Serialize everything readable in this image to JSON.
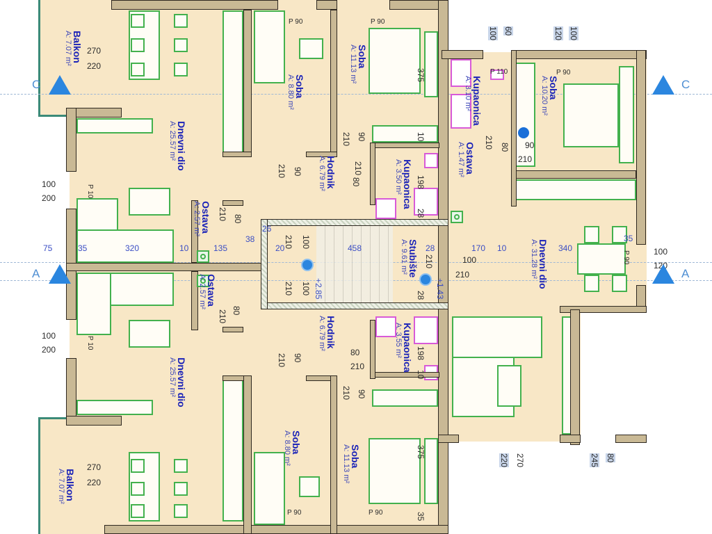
{
  "plan": {
    "rooms": [
      {
        "name": "Balkon",
        "area": "A: 7.07 m²"
      },
      {
        "name": "Dnevni dio",
        "area": "A:  25.57 m²"
      },
      {
        "name": "Soba",
        "area": "A: 8.80 m²"
      },
      {
        "name": "Soba",
        "area": "A: 11.13 m²"
      },
      {
        "name": "Kupaonica",
        "area": "A: 3.10 m²"
      },
      {
        "name": "Soba",
        "area": "A: 10.20 m²"
      },
      {
        "name": "Ostava",
        "area": "A: 1.47 m²"
      },
      {
        "name": "Hodnik",
        "area": "A: 6.79 m²"
      },
      {
        "name": "Kupaonica",
        "area": "A: 3.50 m²"
      },
      {
        "name": "Ostava",
        "area": "A: 2.57 m²"
      },
      {
        "name": "Stubište",
        "area": "A: 9.61 m²"
      },
      {
        "name": "Dnevni dio",
        "area": "A:  31.28 m²"
      },
      {
        "name": "Ostava",
        "area": "A: 2.57 m²"
      },
      {
        "name": "Hodnik",
        "area": "A: 6.79 m²"
      },
      {
        "name": "Kupaonica",
        "area": "A: 3.55 m²"
      },
      {
        "name": "Dnevni dio",
        "area": "A:  25.57 m²"
      },
      {
        "name": "Soba",
        "area": "A: 8.80 m²"
      },
      {
        "name": "Soba",
        "area": "A: 11.13 m²"
      },
      {
        "name": "Balkon",
        "area": "A: 7.07 m²"
      }
    ],
    "dimensions": [
      "270",
      "220",
      "100",
      "200",
      "75",
      "35",
      "320",
      "10",
      "135",
      "38",
      "20",
      "458",
      "28",
      "170",
      "10",
      "340",
      "35",
      "100",
      "120",
      "100",
      "200",
      "270",
      "220",
      "100",
      "210",
      "210",
      "90",
      "210",
      "90",
      "210",
      "80",
      "10",
      "198",
      "28",
      "375",
      "P 90",
      "P 90",
      "P 110",
      "P 90",
      "100",
      "60",
      "120",
      "100",
      "210",
      "80",
      "90",
      "210",
      "210",
      "80",
      "100",
      "210",
      "+2.85",
      "210",
      "100",
      "+1.43",
      "210",
      "28",
      "80",
      "210",
      "210",
      "90",
      "80",
      "210",
      "210",
      "90",
      "198",
      "10",
      "375",
      "P 90",
      "P 90",
      "35",
      "220",
      "270",
      "245",
      "80",
      "P 10",
      "P 10",
      "P 90",
      "26"
    ],
    "section_markers": [
      "C",
      "C",
      "A",
      "A"
    ],
    "colors": {
      "floor": "#f8e7c6",
      "wall": "#c9b995",
      "room_label": "#1a22b8",
      "furniture": "#43b14d",
      "sanitary": "#d85ad8",
      "section_marker": "#2b86df"
    }
  }
}
